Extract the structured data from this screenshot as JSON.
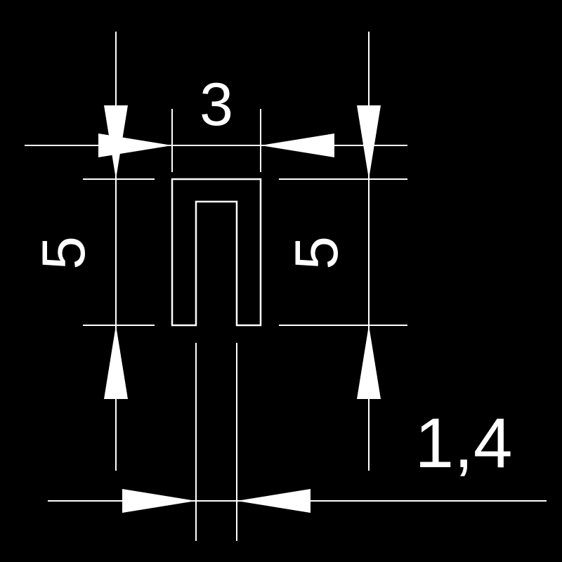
{
  "colors": {
    "background": "#000000",
    "lines": "#ffffff"
  },
  "dimensions": {
    "width": "3",
    "height_left": "5",
    "height_right": "5",
    "wall_thickness": "1,4"
  }
}
